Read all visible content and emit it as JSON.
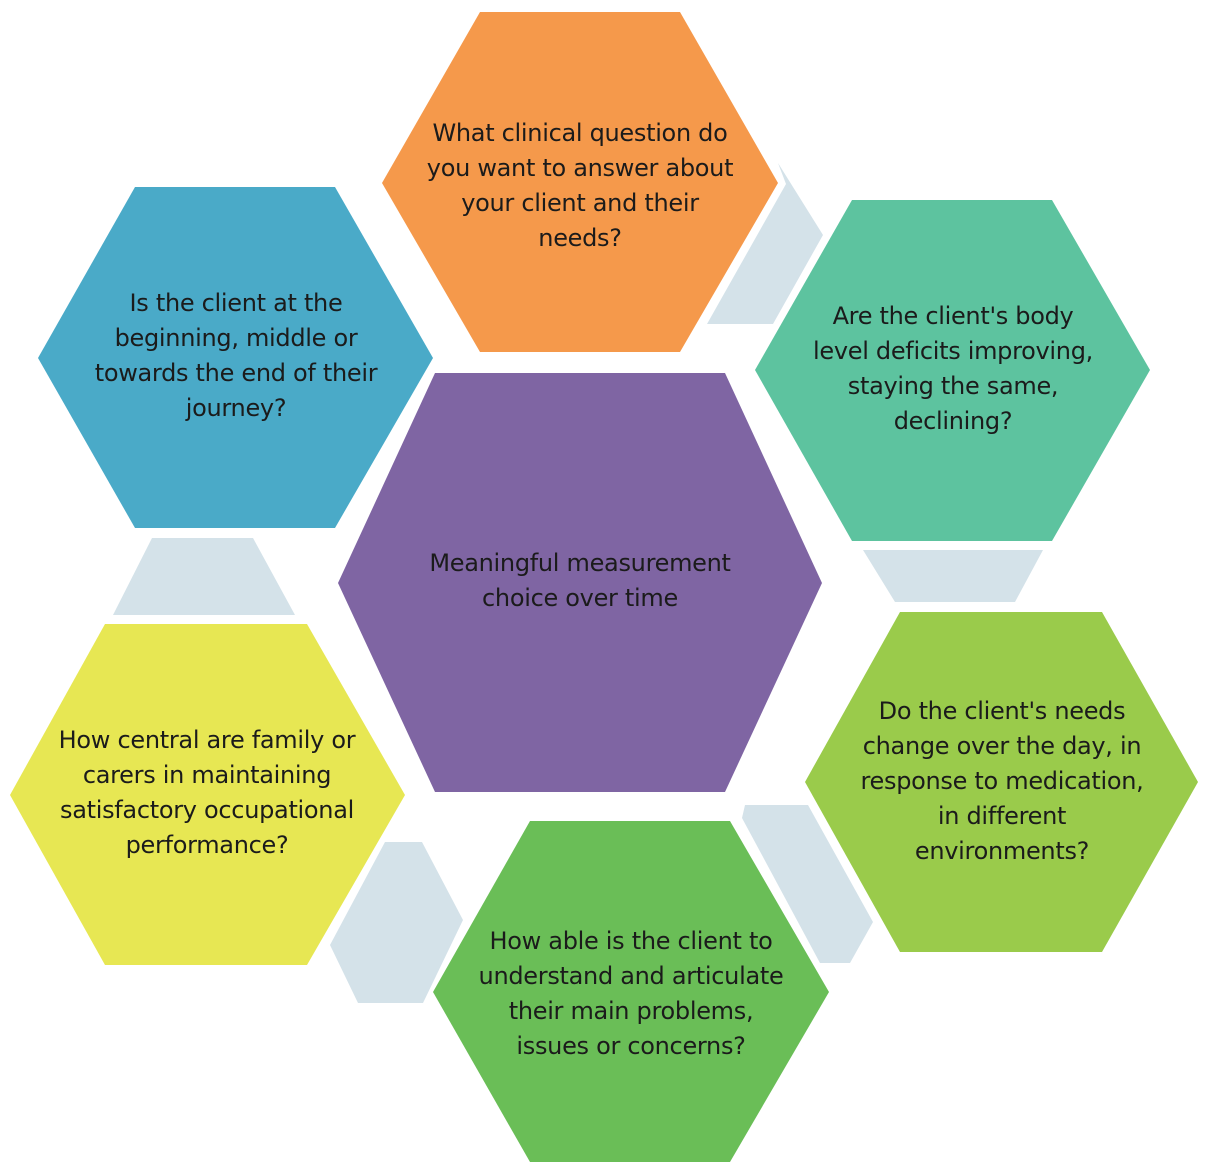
{
  "center": {
    "text": "Meaningful measurement\nchoice over time",
    "color": "#7f65a3"
  },
  "questions": [
    {
      "id": "clinical-question",
      "text": "What clinical question do\nyou want to answer about\nyour client and their\nneeds?",
      "color": "#f5994b"
    },
    {
      "id": "body-level-deficits",
      "text": "Are the client's body\nlevel deficits improving,\nstaying the same,\ndeclining?",
      "color": "#5dc39f"
    },
    {
      "id": "needs-change",
      "text": "Do the client's needs\nchange over the day, in\nresponse to medication,\nin different\nenvironments?",
      "color": "#9acb4b"
    },
    {
      "id": "articulate-problems",
      "text": "How able is the client to\nunderstand and articulate\ntheir main problems,\nissues or concerns?",
      "color": "#6abe57"
    },
    {
      "id": "family-carers",
      "text": "How central are family or\ncarers in maintaining\nsatisfactory occupational\nperformance?",
      "color": "#e7e753"
    },
    {
      "id": "journey-stage",
      "text": "Is the client at the\nbeginning, middle or\ntowards the end of their\njourney?",
      "color": "#4aaac8"
    }
  ],
  "connector_color": "#d4e2e9"
}
